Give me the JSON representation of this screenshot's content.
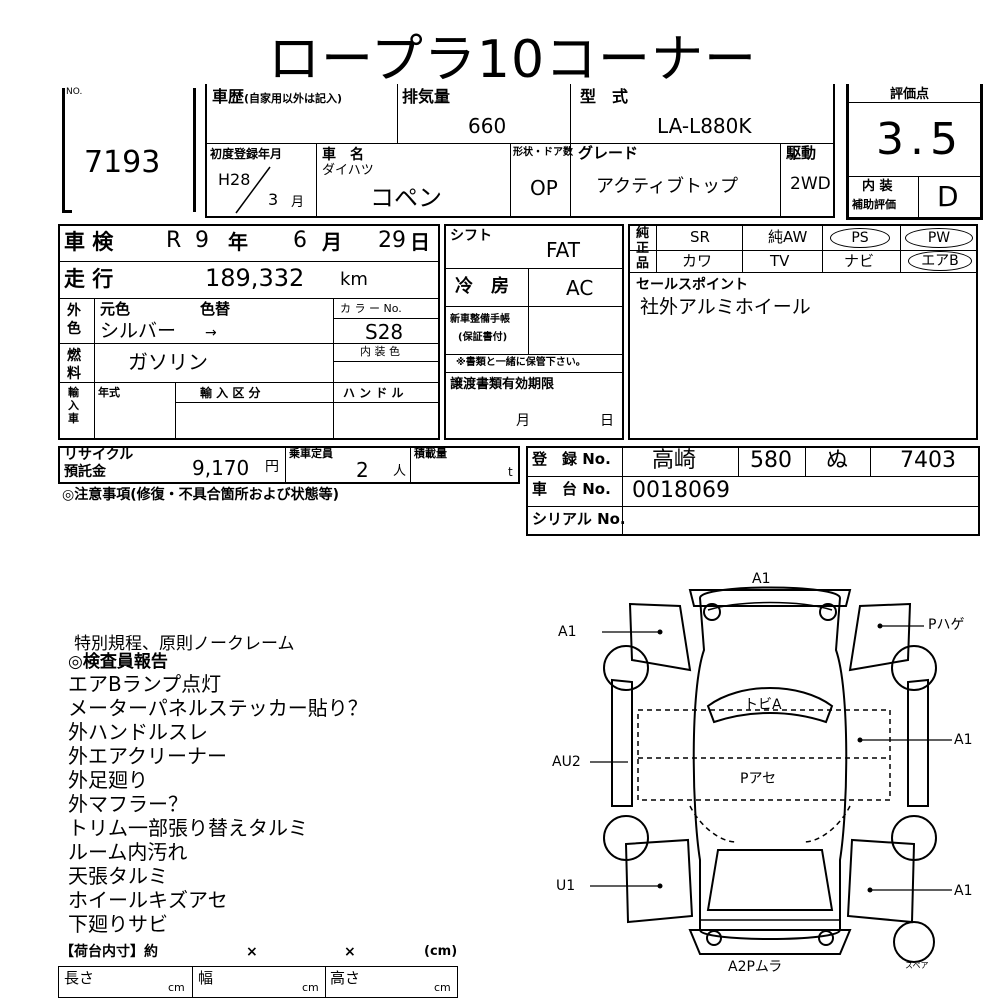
{
  "title": "ロープラ10コーナー",
  "lot": {
    "label": "NO.",
    "value": "7193"
  },
  "history": {
    "label": "車歴",
    "note": "(自家用以外は記入)"
  },
  "displacement": {
    "label": "排気量",
    "value": "660"
  },
  "model_type": {
    "label": "型　式",
    "value": "LA-L880K"
  },
  "first_reg": {
    "label": "初度登録年月",
    "year": "H28",
    "month": "3",
    "month_unit": "月"
  },
  "car_name": {
    "label": "車　名",
    "maker": "ダイハツ",
    "name": "コペン"
  },
  "body_door": {
    "label": "形状・ドア数",
    "value": "OP"
  },
  "grade": {
    "label": "グレード",
    "value": "アクティブトップ"
  },
  "drive": {
    "label": "駆動",
    "value": "2WD"
  },
  "score": {
    "label": "評価点",
    "value": "3.5",
    "interior_label": "内 装",
    "interior_sub": "補助評価",
    "interior_value": "D"
  },
  "inspection": {
    "label": "車 検",
    "era": "R",
    "year": "9",
    "year_unit": "年",
    "month": "6",
    "month_unit": "月",
    "day": "29",
    "day_unit": "日"
  },
  "mileage": {
    "label": "走 行",
    "value": "189,332",
    "unit": "km"
  },
  "color": {
    "outer_label": "外\n色",
    "orig_label": "元色",
    "change_label": "色替",
    "value": "シルバー",
    "arrow": "→",
    "code_label": "カ ラ ー No.",
    "code": "S28",
    "interior_color_label": "内 装 色"
  },
  "fuel": {
    "label": "燃\n料",
    "value": "ガソリン"
  },
  "import": {
    "label": "輸\n入\n車",
    "year_label": "年式",
    "kubun_label": "輸 入 区 分",
    "handle_label": "ハ ン ド ル"
  },
  "shift": {
    "label": "シフト",
    "value": "FAT"
  },
  "ac": {
    "label": "冷　房",
    "value": "AC"
  },
  "manual": {
    "label1": "新車整備手帳",
    "label2": "(保証書付)",
    "note": "※書類と一緒に保管下さい。"
  },
  "transfer": {
    "label": "譲渡書類有効期限",
    "month": "月",
    "day": "日"
  },
  "equipment": {
    "label": "純\n正\n品",
    "row1": [
      "SR",
      "純AW",
      "PS",
      "PW"
    ],
    "row2": [
      "カワ",
      "TV",
      "ナビ",
      "エアB"
    ]
  },
  "sales_point": {
    "label": "セールスポイント",
    "value": "社外アルミホイール"
  },
  "recycle": {
    "label1": "リサイクル",
    "label2": "預託金",
    "value": "9,170",
    "unit": "円"
  },
  "capacity": {
    "label": "乗車定員",
    "value": "2",
    "unit": "人"
  },
  "load": {
    "label": "積載量",
    "unit": "t"
  },
  "registration": {
    "label": "登　録 No.",
    "place": "高崎",
    "class": "580",
    "kana": "ぬ",
    "number": "7403"
  },
  "chassis": {
    "label": "車　台 No.",
    "value": "0018069"
  },
  "serial": {
    "label": "シリアル No."
  },
  "notes_label": "◎注意事項(修復・不具合箇所および状態等)",
  "special": "特別規程、原則ノークレーム",
  "inspector_label": "◎検査員報告",
  "inspector_notes": [
    "エアBランプ点灯",
    "メーターパネルステッカー貼り？",
    "外ハンドルスレ",
    "外エアクリーナー",
    "外足廻り",
    "外マフラー？",
    "トリム一部張り替えタルミ",
    "ルーム内汚れ",
    "天張タルミ",
    "ホイールキズアセ",
    "下廻りサビ"
  ],
  "cargo": {
    "label": "【荷台内寸】約",
    "x1": "×",
    "x2": "×",
    "unit_label": "(cm)",
    "length": "長さ",
    "width": "幅",
    "height": "高さ",
    "cm": "cm"
  },
  "diagram": {
    "top": "A1",
    "left_top": "A1",
    "left_mid": "AU2",
    "left_bot": "U1",
    "right_top": "Pハゲ",
    "right_mid": "A1",
    "right_bot": "A1",
    "roof": "トビA",
    "center": "Pアセ",
    "bottom": "A2Pムラ",
    "spare": "スペア"
  }
}
